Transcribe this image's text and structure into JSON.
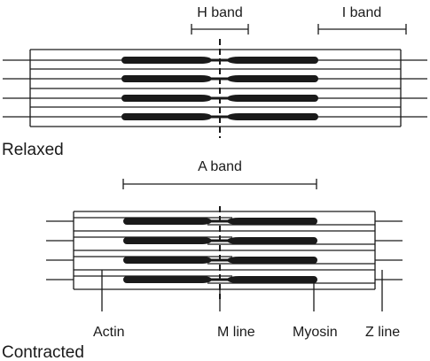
{
  "labels": {
    "h_band": "H band",
    "i_band": "I band",
    "a_band": "A band",
    "relaxed": "Relaxed",
    "contracted": "Contracted",
    "actin": "Actin",
    "m_line": "M line",
    "myosin": "Myosin",
    "z_line": "Z line"
  }
}
